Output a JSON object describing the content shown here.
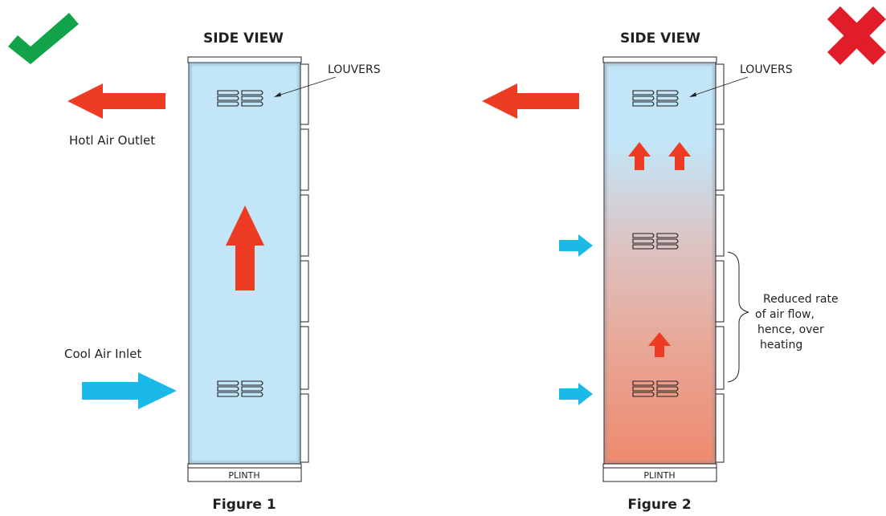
{
  "colors": {
    "ok_mark": "#11a34a",
    "bad_mark": "#e11d2a",
    "hot_arrow": "#ee3b24",
    "cool_arrow": "#1ab9e8",
    "cabinet_fill": "#c2e6f8",
    "hot_gradient_end": "#ee8a6e",
    "outline": "#231f20"
  },
  "icons": {
    "correct": "check-mark-icon",
    "incorrect": "cross-mark-icon"
  },
  "figure1": {
    "title": "SIDE VIEW",
    "louvers_label": "LOUVERS",
    "outlet_label": "Hotl Air Outlet",
    "inlet_label": "Cool Air Inlet",
    "plinth_label": "PLINTH",
    "caption": "Figure 1"
  },
  "figure2": {
    "title": "SIDE VIEW",
    "louvers_label": "LOUVERS",
    "plinth_label": "PLINTH",
    "caption": "Figure 2",
    "note_lines": [
      "Reduced rate",
      "of air flow,",
      "hence, over",
      " heating"
    ]
  }
}
